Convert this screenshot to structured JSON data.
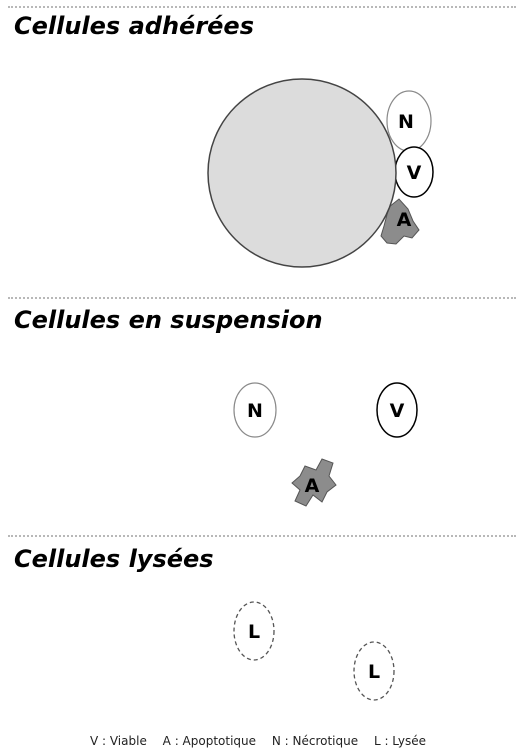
{
  "sections": {
    "adherent": {
      "title": "Cellules adhérées",
      "host_cell": {
        "label": "",
        "fill": "#dcdcdc"
      },
      "cells": [
        {
          "letter": "N",
          "state": "necrotic"
        },
        {
          "letter": "V",
          "state": "viable"
        },
        {
          "letter": "A",
          "state": "apoptotic"
        }
      ]
    },
    "suspension": {
      "title": "Cellules en suspension",
      "cells": [
        {
          "letter": "N",
          "state": "necrotic"
        },
        {
          "letter": "V",
          "state": "viable"
        },
        {
          "letter": "A",
          "state": "apoptotic"
        }
      ]
    },
    "lysed": {
      "title": "Cellules lysées",
      "cells": [
        {
          "letter": "L",
          "state": "lysed"
        },
        {
          "letter": "L",
          "state": "lysed"
        }
      ]
    }
  },
  "legend": {
    "viable": "V : Viable",
    "apoptotic": "A : Apoptotique",
    "necrotic": "N : Nécrotique",
    "lysed": "L : Lysée"
  },
  "colors": {
    "host_cell_fill": "#dcdcdc",
    "apoptotic_fill": "#8c8c8c",
    "necrotic_stroke": "#8a8a8a",
    "viable_stroke": "#000000",
    "lysed_stroke": "#555555",
    "divider": "#b8b8b8"
  }
}
